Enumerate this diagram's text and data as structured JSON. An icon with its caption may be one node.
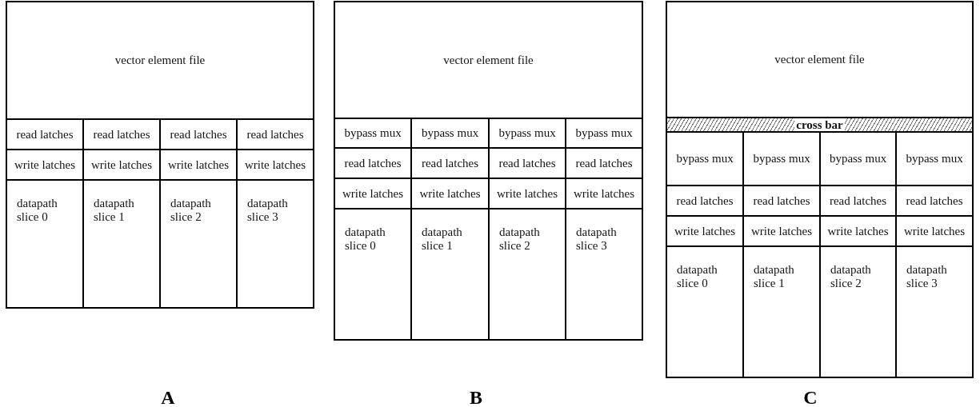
{
  "diagram": {
    "nodes": [
      {
        "text": [
          "vector element file"
        ]
      },
      {
        "text": [
          "read latches"
        ]
      },
      {
        "text": [
          "read latches"
        ]
      },
      {
        "text": [
          "read latches"
        ]
      },
      {
        "text": [
          "read latches"
        ]
      },
      {
        "text": [
          "write latches"
        ]
      },
      {
        "text": [
          "write latches"
        ]
      },
      {
        "text": [
          "write latches"
        ]
      },
      {
        "text": [
          "write latches"
        ]
      },
      {
        "text": [
          "datapath slice 0"
        ]
      },
      {
        "text": [
          "datapath slice 1"
        ]
      },
      {
        "text": [
          "datapath slice 2"
        ]
      },
      {
        "text": [
          "datapath slice 3"
        ]
      },
      {
        "text": [
          "vector element file"
        ]
      },
      {
        "text": [
          "bypass mux"
        ]
      },
      {
        "text": [
          "bypass mux"
        ]
      },
      {
        "text": [
          "bypass mux"
        ]
      },
      {
        "text": [
          "bypass mux"
        ]
      },
      {
        "text": [
          "read latches"
        ]
      },
      {
        "text": [
          "read latches"
        ]
      },
      {
        "text": [
          "read latches"
        ]
      },
      {
        "text": [
          "read latches"
        ]
      },
      {
        "text": [
          "write latches"
        ]
      },
      {
        "text": [
          "write latches"
        ]
      },
      {
        "text": [
          "write latches"
        ]
      },
      {
        "text": [
          "write latches"
        ]
      },
      {
        "text": [
          "datapath slice 0"
        ]
      },
      {
        "text": [
          "datapath slice 1"
        ]
      },
      {
        "text": [
          "datapath slice 2"
        ]
      },
      {
        "text": [
          "datapath slice 3"
        ]
      },
      {
        "text": [
          "vector element file"
        ]
      },
      {
        "text": [
          "cross bar"
        ]
      },
      {
        "text": [
          "bypass mux"
        ]
      },
      {
        "text": [
          "bypass mux"
        ]
      },
      {
        "text": [
          "bypass mux"
        ]
      },
      {
        "text": [
          "bypass mux"
        ]
      },
      {
        "text": [
          "read latches"
        ]
      },
      {
        "text": [
          "read latches"
        ]
      },
      {
        "text": [
          "read latches"
        ]
      },
      {
        "text": [
          "read latches"
        ]
      },
      {
        "text": [
          "write latches"
        ]
      },
      {
        "text": [
          "write latches"
        ]
      },
      {
        "text": [
          "write latches"
        ]
      },
      {
        "text": [
          "write latches"
        ]
      },
      {
        "text": [
          "datapath slice 0"
        ]
      },
      {
        "text": [
          "datapath slice 1"
        ]
      },
      {
        "text": [
          "datapath slice 2"
        ]
      },
      {
        "text": [
          "datapath slice 3"
        ]
      }
    ],
    "labels": [
      "A",
      "B",
      "C"
    ]
  }
}
